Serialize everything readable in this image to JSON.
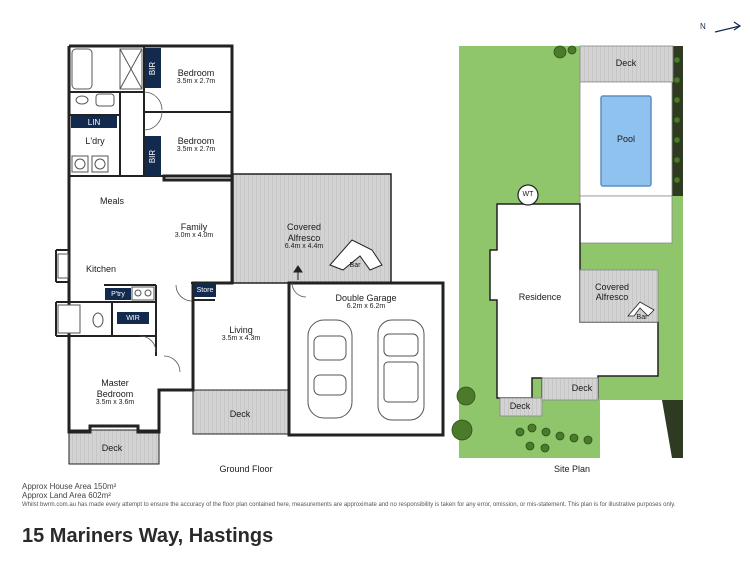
{
  "floor": {
    "title": "Ground Floor",
    "rooms": {
      "bedroom1": {
        "name": "Bedroom",
        "dims": "3.5m x 2.7m"
      },
      "bedroom2": {
        "name": "Bedroom",
        "dims": "3.5m x 2.7m"
      },
      "bir1": "BIR",
      "bir2": "BIR",
      "lin": "LIN",
      "laundry": "L'dry",
      "meals": "Meals",
      "family": {
        "name": "Family",
        "dims": "3.0m x 4.0m"
      },
      "kitchen": "Kitchen",
      "pantry": "P'try",
      "store": "Store",
      "wir": "WIR",
      "master": {
        "name": "Master\nBedroom",
        "dims": "3.5m x 3.6m"
      },
      "living": {
        "name": "Living",
        "dims": "3.5m x 4.3m"
      },
      "alfresco": {
        "name": "Covered\nAlfresco",
        "dims": "6.4m x 4.4m"
      },
      "bar": "Bar",
      "garage": {
        "name": "Double Garage",
        "dims": "6.2m x 6.2m"
      },
      "deck_living": "Deck",
      "deck_master": "Deck"
    }
  },
  "site": {
    "title": "Site Plan",
    "labels": {
      "deck_top": "Deck",
      "pool": "Pool",
      "wt": "WT",
      "residence": "Residence",
      "alfresco": "Covered\nAlfresco",
      "bar": "Bar",
      "deck_mid": "Deck",
      "deck_low": "Deck"
    }
  },
  "areas": {
    "house": "Approx House Area 150m²",
    "land": "Approx Land Area 602m²"
  },
  "disclaimer": "Whilst bwrm.com.au has made every attempt to ensure the accuracy of the floor plan contained here, measurements are approximate and no responsibility is taken for any error, omission, or mis-statement. This plan is for illustrative purposes only.",
  "address": "15 Mariners Way, Hastings",
  "north_label": "N",
  "colors": {
    "wall": "#222222",
    "tag": "#132a4f",
    "deck": "#cfcfcf",
    "lawn": "#8fc66b",
    "pool": "#8fc2ee",
    "garden": "#2e3a22"
  }
}
